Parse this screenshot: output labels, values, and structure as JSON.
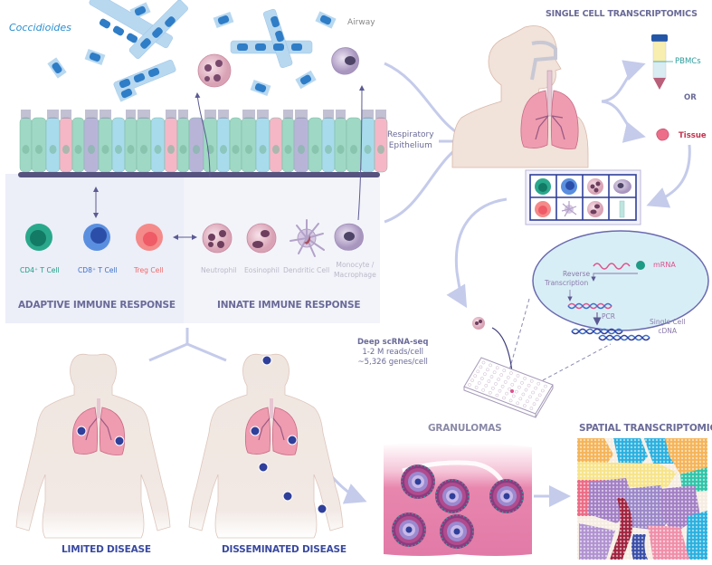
{
  "top": {
    "organism_label": "Coccidioides",
    "airway_label": "Airway",
    "epithelium_label_line1": "Respiratory",
    "epithelium_label_line2": "Epithelium"
  },
  "immune": {
    "adaptive": {
      "title": "ADAPTIVE IMMUNE RESPONSE",
      "cells": [
        {
          "label": "CD4⁺ T Cell",
          "color": "#1a9e84"
        },
        {
          "label": "CD8⁺ T Cell",
          "color": "#3b6fc9"
        },
        {
          "label": "Treg Cell",
          "color": "#f06a6a"
        }
      ]
    },
    "innate": {
      "title": "INNATE IMMUNE RESPONSE",
      "cells": [
        {
          "label": "Neutrophil"
        },
        {
          "label": "Eosinophil"
        },
        {
          "label": "Dendritic Cell"
        },
        {
          "label_line1": "Monocyte /",
          "label_line2": "Macrophage"
        }
      ]
    }
  },
  "single_cell": {
    "title": "SINGLE CELL TRANSCRIPTOMICS",
    "pbmc_label": "PBMCs",
    "or_label": "OR",
    "tissue_label": "Tissue",
    "mrna_label": "mRNA",
    "rt_label_line1": "Reverse",
    "rt_label_line2": "Transcription",
    "pcr_label": "PCR",
    "cdna_label_line1": "Single Cell",
    "cdna_label_line2": "cDNA",
    "seq_title": "Deep scRNA-seq",
    "seq_reads": "1-2 M reads/cell",
    "seq_genes": "~5,326 genes/cell"
  },
  "disease": {
    "limited_label": "LIMITED DISEASE",
    "disseminated_label": "DISSEMINATED DISEASE"
  },
  "granulomas": {
    "title": "GRANULOMAS"
  },
  "spatial": {
    "title": "SPATIAL TRANSCRIPTOMICS"
  },
  "colors": {
    "title_purple": "#6a6a98",
    "arrow_lavender": "#c5cbea",
    "dot_blue": "#2f3f9a",
    "pbmc_teal": "#2a9c9c",
    "tissue_red": "#c2334f",
    "mrna_pink": "#e0508c"
  }
}
